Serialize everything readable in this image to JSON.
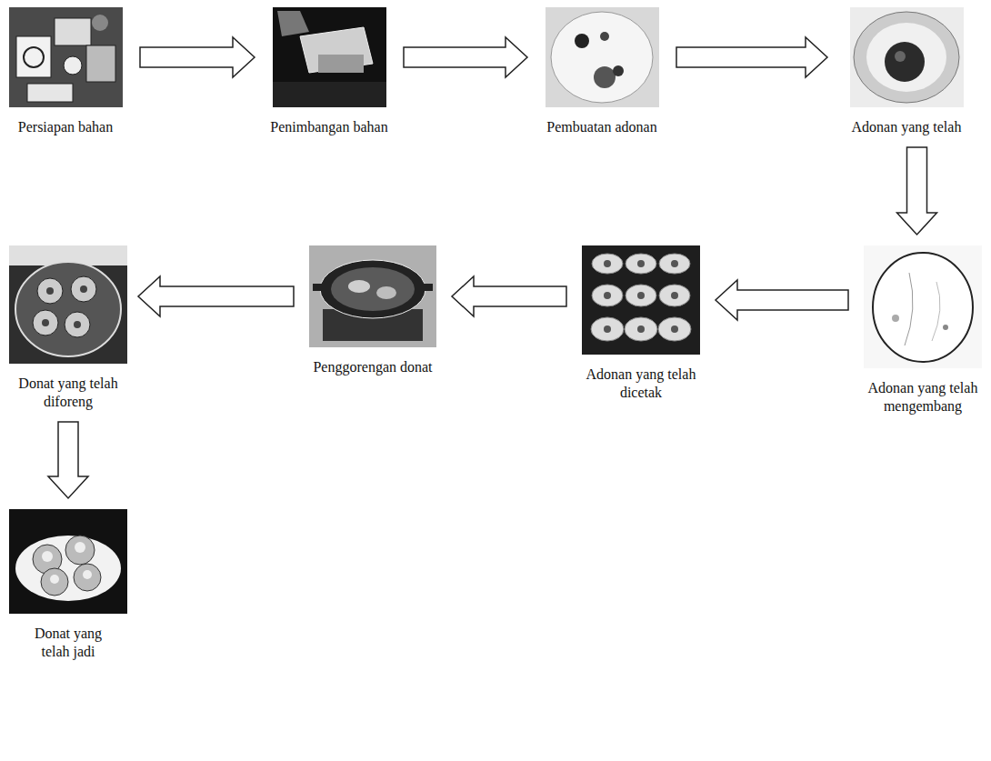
{
  "diagram": {
    "nodes": [
      {
        "text": [
          "Persiapan bahan"
        ]
      },
      {
        "text": [
          "Penimbangan bahan"
        ]
      },
      {
        "text": [
          "Pembuatan adonan"
        ]
      },
      {
        "text": [
          "Adonan yang telah"
        ]
      },
      {
        "text": [
          "Adonan yang telah mengembang"
        ]
      },
      {
        "text": [
          "Adonan yang telah dicetak"
        ]
      },
      {
        "text": [
          "Penggorengan donat"
        ]
      },
      {
        "text": [
          "Donat yang telah diforeng"
        ]
      },
      {
        "text": [
          "Donat yang telah jadi"
        ]
      }
    ],
    "edges": [
      {
        "from": 0,
        "to": 1,
        "arrow": "to"
      },
      {
        "from": 1,
        "to": 2,
        "arrow": "to"
      },
      {
        "from": 2,
        "to": 3,
        "arrow": "to"
      },
      {
        "from": 3,
        "to": 4,
        "arrow": "to"
      },
      {
        "from": 4,
        "to": 5,
        "arrow": "to"
      },
      {
        "from": 5,
        "to": 6,
        "arrow": "to"
      },
      {
        "from": 6,
        "to": 7,
        "arrow": "to"
      },
      {
        "from": 7,
        "to": 8,
        "arrow": "to"
      }
    ]
  }
}
